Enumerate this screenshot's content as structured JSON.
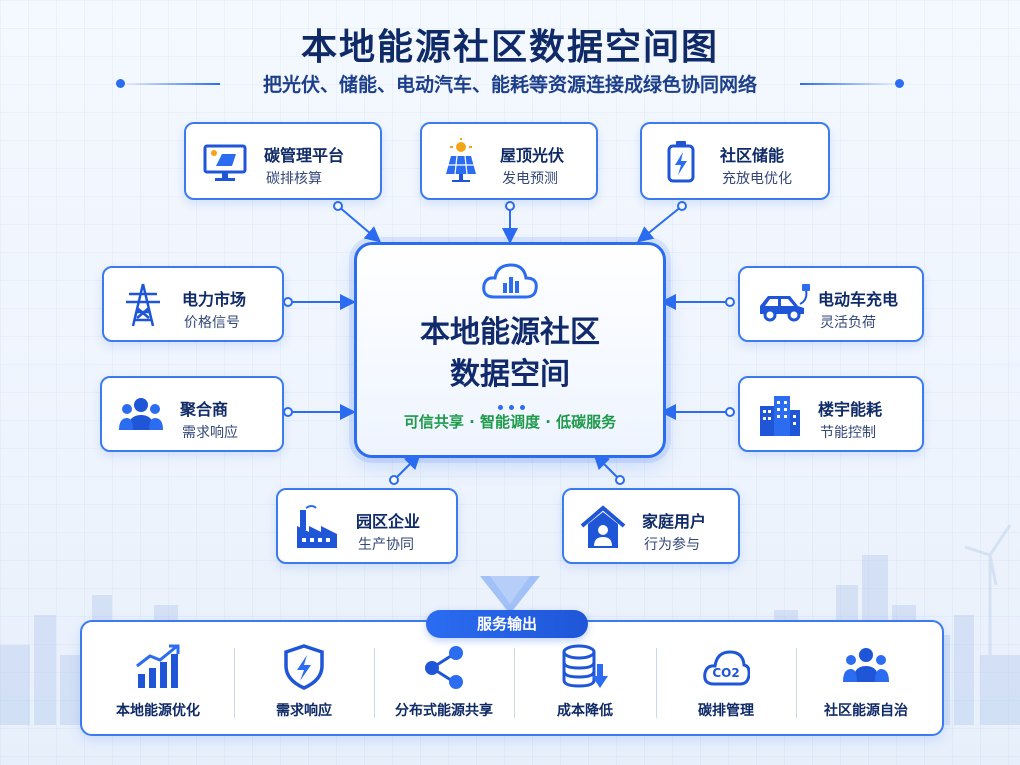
{
  "header": {
    "title": "本地能源社区数据空间图",
    "subtitle": "把光伏、储能、电动汽车、能耗等资源连接成绿色协同网络"
  },
  "center": {
    "title_line1": "本地能源社区",
    "title_line2": "数据空间",
    "slogan": "可信共享 · 智能调度 · 低碳服务"
  },
  "nodes": {
    "carbon_platform": {
      "title": "碳管理平台",
      "sub": "碳排核算",
      "icon": "monitor-solar-icon"
    },
    "rooftop_pv": {
      "title": "屋顶光伏",
      "sub": "发电预测",
      "icon": "solar-panel-icon"
    },
    "storage": {
      "title": "社区储能",
      "sub": "充放电优化",
      "icon": "battery-icon"
    },
    "power_market": {
      "title": "电力市场",
      "sub": "价格信号",
      "icon": "power-tower-icon"
    },
    "ev_charging": {
      "title": "电动车充电",
      "sub": "灵活负荷",
      "icon": "ev-car-icon"
    },
    "aggregator": {
      "title": "聚合商",
      "sub": "需求响应",
      "icon": "people-icon"
    },
    "building": {
      "title": "楼宇能耗",
      "sub": "节能控制",
      "icon": "building-icon"
    },
    "industrial_park": {
      "title": "园区企业",
      "sub": "生产协同",
      "icon": "factory-icon"
    },
    "household": {
      "title": "家庭用户",
      "sub": "行为参与",
      "icon": "house-icon"
    }
  },
  "services": {
    "tag": "服务输出",
    "items": [
      {
        "label": "本地能源优化",
        "icon": "bar-chart-up-icon"
      },
      {
        "label": "需求响应",
        "icon": "shield-bolt-icon"
      },
      {
        "label": "分布式能源共享",
        "icon": "share-icon"
      },
      {
        "label": "成本降低",
        "icon": "database-down-icon"
      },
      {
        "label": "碳排管理",
        "icon": "co2-cloud-icon"
      },
      {
        "label": "社区能源自治",
        "icon": "community-icon"
      }
    ]
  },
  "colors": {
    "accent": "#2b6cf0",
    "title": "#0f2a66",
    "slogan": "#1e9a4a"
  },
  "co2_text": "CO2"
}
